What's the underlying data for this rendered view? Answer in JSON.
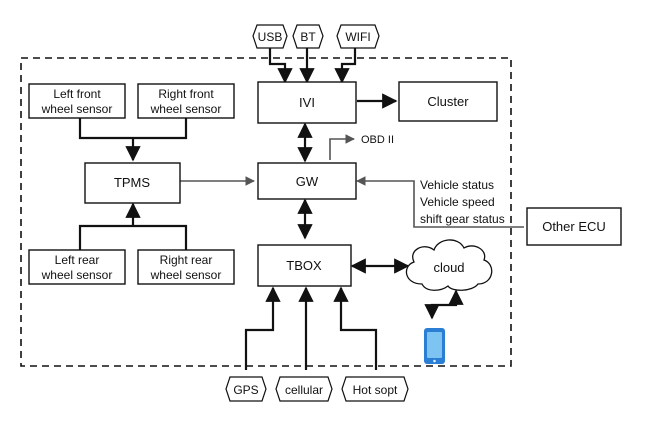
{
  "nodes": {
    "usb": "USB",
    "bt": "BT",
    "wifi": "WIFI",
    "ivi": "IVI",
    "cluster": "Cluster",
    "obd": "OBD II",
    "left_front_1": "Left front",
    "left_front_2": "wheel sensor",
    "right_front_1": "Right front",
    "right_front_2": "wheel sensor",
    "tpms": "TPMS",
    "gw": "GW",
    "left_rear_1": "Left rear",
    "left_rear_2": "wheel sensor",
    "right_rear_1": "Right rear",
    "right_rear_2": "wheel sensor",
    "tbox": "TBOX",
    "cloud": "cloud",
    "other_ecu": "Other ECU",
    "gps": "GPS",
    "cellular": "cellular",
    "hotspot": "Hot sopt"
  },
  "signals": {
    "line1": "Vehicle status",
    "line2": "Vehicle speed",
    "line3": "shift gear status"
  },
  "icons": {
    "phone": "smartphone-icon"
  },
  "colors": {
    "line": "#111111",
    "gray_line": "#555555",
    "phone_body": "#2a7fd4",
    "phone_screen": "#7ec4f2"
  }
}
